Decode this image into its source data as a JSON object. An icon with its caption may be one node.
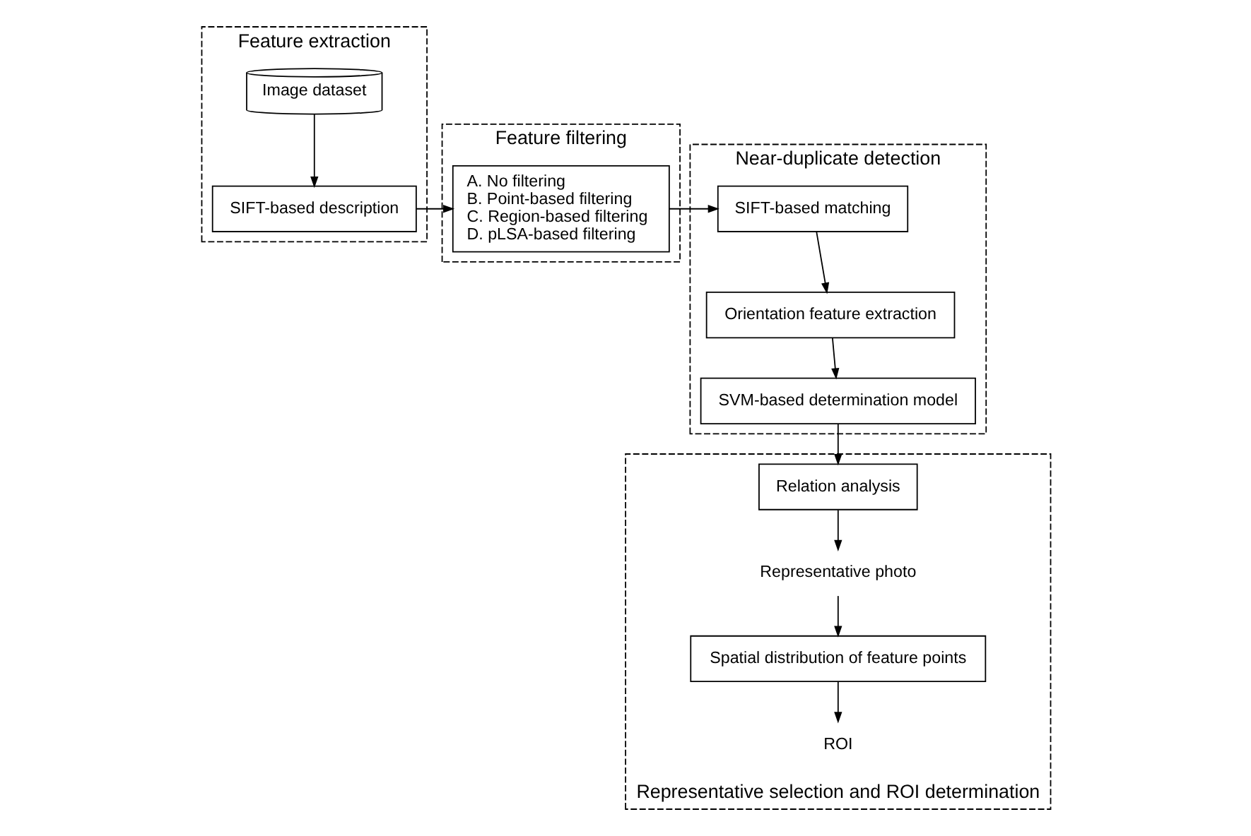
{
  "diagram": {
    "nodes": [
      {
        "text": [
          "Feature extraction"
        ]
      },
      {
        "text": [
          "Image dataset"
        ],
        "in": 0
      },
      {
        "text": [
          "SIFT-based description"
        ],
        "in": 0
      },
      {
        "text": [
          "Feature filtering"
        ]
      },
      {
        "text": [
          "A. No filtering",
          "B. Point-based filtering",
          "C. Region-based filtering",
          "D. pLSA-based filtering"
        ],
        "in": 3
      },
      {
        "text": [
          "Near-duplicate detection"
        ]
      },
      {
        "text": [
          "SIFT-based matching"
        ],
        "in": 5
      },
      {
        "text": [
          "Orientation feature extraction"
        ],
        "in": 5
      },
      {
        "text": [
          "SVM-based determination model"
        ],
        "in": 5
      },
      {
        "text": [
          "Representative selection and ROI determination"
        ]
      },
      {
        "text": [
          "Relation analysis"
        ],
        "in": 9
      },
      {
        "text": [
          "Representative photo"
        ],
        "in": 9
      },
      {
        "text": [
          "Spatial distribution of feature points"
        ],
        "in": 9
      },
      {
        "text": [
          "ROI"
        ],
        "in": 9
      }
    ],
    "edges": [
      {
        "from": 1,
        "to": 2,
        "arrow": "to"
      },
      {
        "from": 2,
        "to": 4,
        "arrow": "to"
      },
      {
        "from": 4,
        "to": 6,
        "arrow": "to"
      },
      {
        "from": 6,
        "to": 7,
        "arrow": "to"
      },
      {
        "from": 7,
        "to": 8,
        "arrow": "to"
      },
      {
        "from": 8,
        "to": 10,
        "arrow": "to"
      },
      {
        "from": 10,
        "to": 11,
        "arrow": "to"
      },
      {
        "from": 11,
        "to": 12,
        "arrow": "to"
      },
      {
        "from": 12,
        "to": 13,
        "arrow": "to"
      }
    ]
  }
}
